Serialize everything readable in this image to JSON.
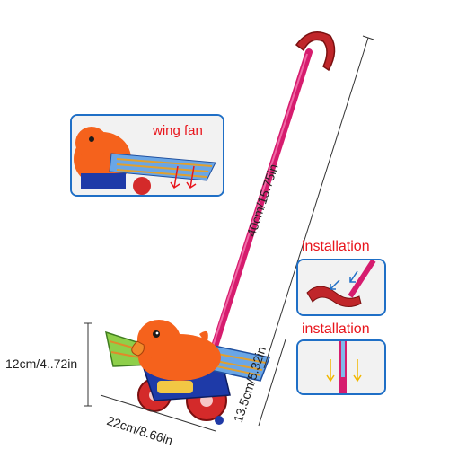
{
  "callouts": {
    "wing": "wing fan",
    "install_top": "installation",
    "install_bottom": "installation"
  },
  "dimensions": {
    "handle_length": "40cm/15.75in",
    "body_height": "12cm/4..72in",
    "body_length": "22cm/8.66in",
    "wheel_height": "13.5cm/5.32in"
  },
  "colors": {
    "accent_red": "#e8141b",
    "frame_blue": "#1f6fc6",
    "pole_pink": "#e0207a",
    "duck_orange": "#f5621c"
  }
}
